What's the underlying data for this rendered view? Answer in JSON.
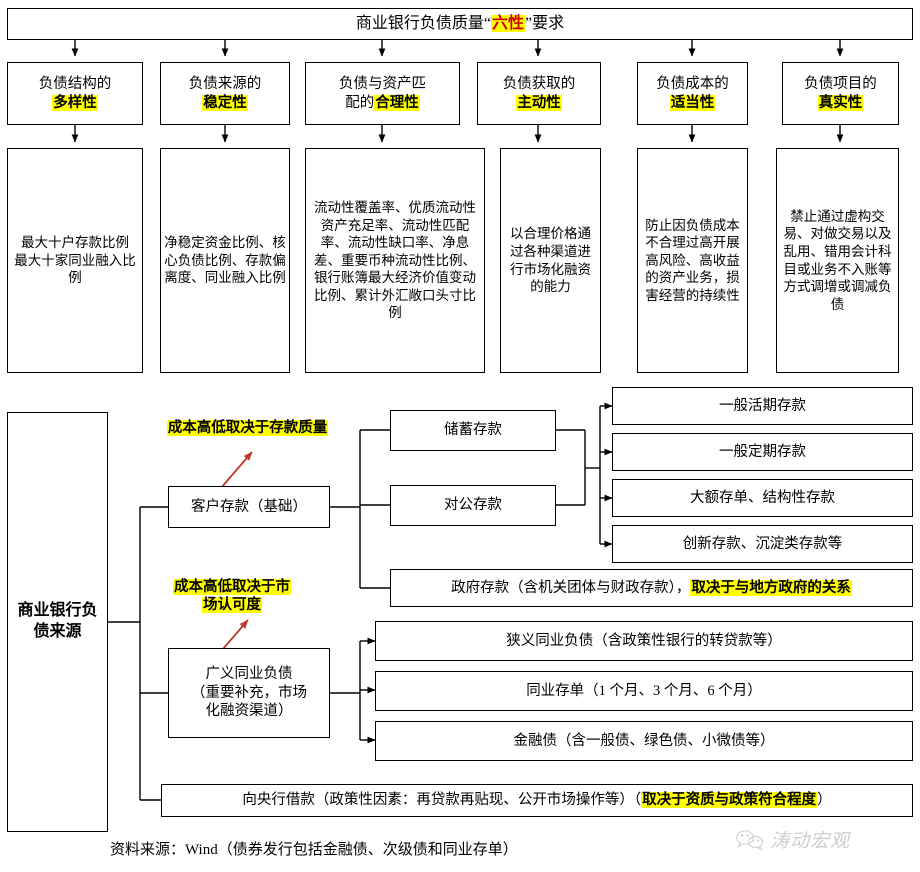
{
  "title": {
    "prefix": "商业银行负债质量",
    "quote_open": "“",
    "highlight": "六性",
    "quote_close": "”",
    "suffix": "要求"
  },
  "categories": [
    {
      "line1": "负债结构的",
      "highlight": "多样性"
    },
    {
      "line1": "负债来源的",
      "highlight": "稳定性"
    },
    {
      "line1": "负债与资产匹",
      "line2": "配的",
      "highlight": "合理性"
    },
    {
      "line1": "负债获取的",
      "highlight": "主动性"
    },
    {
      "line1": "负债成本的",
      "highlight": "适当性"
    },
    {
      "line1": "负债项目的",
      "highlight": "真实性"
    }
  ],
  "details": [
    {
      "text": "最大十户存款比例\n最大十家同业融入比例"
    },
    {
      "text": "净稳定资金比例、核心负债比例、存款偏离度、同业融入比例"
    },
    {
      "text": "流动性覆盖率、优质流动性资产充足率、流动性匹配率、流动性缺口率、净息差、重要币种流动性比例、银行账簿最大经济价值变动比例、累计外汇敞口头寸比例"
    },
    {
      "text": "以合理价格通过各种渠道进行市场化融资的能力"
    },
    {
      "text": "防止因负债成本不合理过高开展高风险、高收益的资产业务，损害经营的持续性"
    },
    {
      "text": "禁止通过虚构交易、对做交易以及乱用、错用会计科目或业务不入账等方式调增或调减负债"
    }
  ],
  "lower": {
    "root_label": "商业银行负债来源",
    "level1": [
      {
        "label": "客户存款（基础）"
      },
      {
        "label": "广义同业负债\n（重要补充，市场\n化融资渠道）"
      }
    ],
    "central_bank": {
      "plain": "向央行借款（政策性因素：再贷款再贴现、公开市场操作等）（",
      "highlight": "取决于资质与政策符合程度",
      "tail": "）"
    },
    "deposit_children": [
      {
        "label": "储蓄存款"
      },
      {
        "label": "对公存款"
      }
    ],
    "government_deposit": {
      "plain": "政府存款（含机关团体与财政存款），",
      "highlight": "取决于与地方政府的关系"
    },
    "deposit_types": [
      {
        "label": "一般活期存款"
      },
      {
        "label": "一般定期存款"
      },
      {
        "label": "大额存单、结构性存款"
      },
      {
        "label": "创新存款、沉淀类存款等"
      }
    ],
    "interbank_types": [
      {
        "label": "狭义同业负债（含政策性银行的转贷款等）"
      },
      {
        "label": "同业存单（1 个月、3 个月、6 个月）"
      },
      {
        "label": "金融债（含一般债、绿色债、小微债等）"
      }
    ],
    "annotations": [
      {
        "text": "成本高低取决于存款质量"
      },
      {
        "text": "成本高低取决于市\n场认可度"
      }
    ]
  },
  "caption": "资料来源：Wind（债券发行包括金融债、次级债和同业存单）",
  "watermark": {
    "text": "涛动宏观"
  },
  "colors": {
    "highlight_yellow": "#ffff00",
    "title_highlight_text": "#cc0000",
    "arrow_red": "#c0392b",
    "line": "#000000",
    "background": "#ffffff"
  }
}
